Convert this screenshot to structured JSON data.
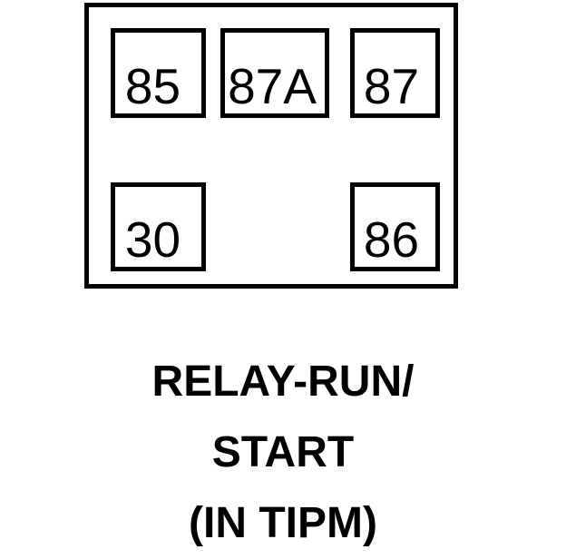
{
  "diagram": {
    "component_type": "automotive-relay-pinout",
    "colors": {
      "line": "#000000",
      "fill": "#ffffff",
      "background": "#ffffff"
    },
    "relay_body": {
      "name": "relay-outline"
    },
    "terminals": [
      {
        "id": "85",
        "label": "85",
        "row": "top",
        "position": "left"
      },
      {
        "id": "87A",
        "label": "87A",
        "row": "top",
        "position": "center"
      },
      {
        "id": "87",
        "label": "87",
        "row": "top",
        "position": "right"
      },
      {
        "id": "30",
        "label": "30",
        "row": "bottom",
        "position": "left"
      },
      {
        "id": "86",
        "label": "86",
        "row": "bottom",
        "position": "right"
      }
    ],
    "caption": {
      "lines": [
        "RELAY-RUN/",
        "START",
        "(IN TIPM)"
      ],
      "line1": "RELAY-RUN/",
      "line2": "START",
      "line3": "(IN TIPM)"
    }
  }
}
